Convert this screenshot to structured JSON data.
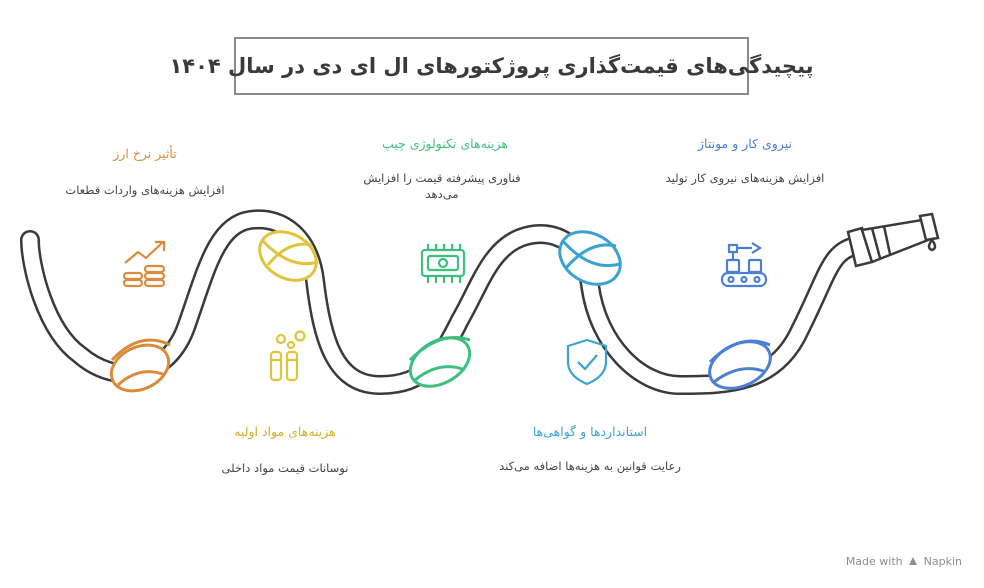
{
  "title": "پیچیدگی‌های قیمت‌گذاری پروژکتورهای ال ای دی در سال ۱۴۰۴",
  "steps": [
    {
      "heading": "تأثیر نرخ ارز",
      "description": "افزایش هزینه‌های واردات قطعات",
      "color": "#d98b3a",
      "icon": "coins-rising-icon"
    },
    {
      "heading": "هزینه‌های مواد اولیه",
      "description": "نوسانات قیمت مواد داخلی",
      "color": "#e0c43a",
      "icon": "raw-materials-icon"
    },
    {
      "heading": "هزینه‌های تکنولوژی چیپ",
      "description": "فناوری پیشرفته قیمت را افزایش می‌دهد",
      "color": "#3fbf7f",
      "icon": "chip-icon"
    },
    {
      "heading": "استانداردها و گواهی‌ها",
      "description": "رعایت قوانین به هزینه‌ها اضافه می‌کند",
      "color": "#3ba3cf",
      "icon": "shield-check-icon"
    },
    {
      "heading": "نیروی کار و مونتاژ",
      "description": "افزایش هزینه‌های نیروی کار تولید",
      "color": "#4a7fd4",
      "icon": "assembly-line-icon"
    }
  ],
  "footer": {
    "made_with": "Made with",
    "brand": "Napkin"
  }
}
